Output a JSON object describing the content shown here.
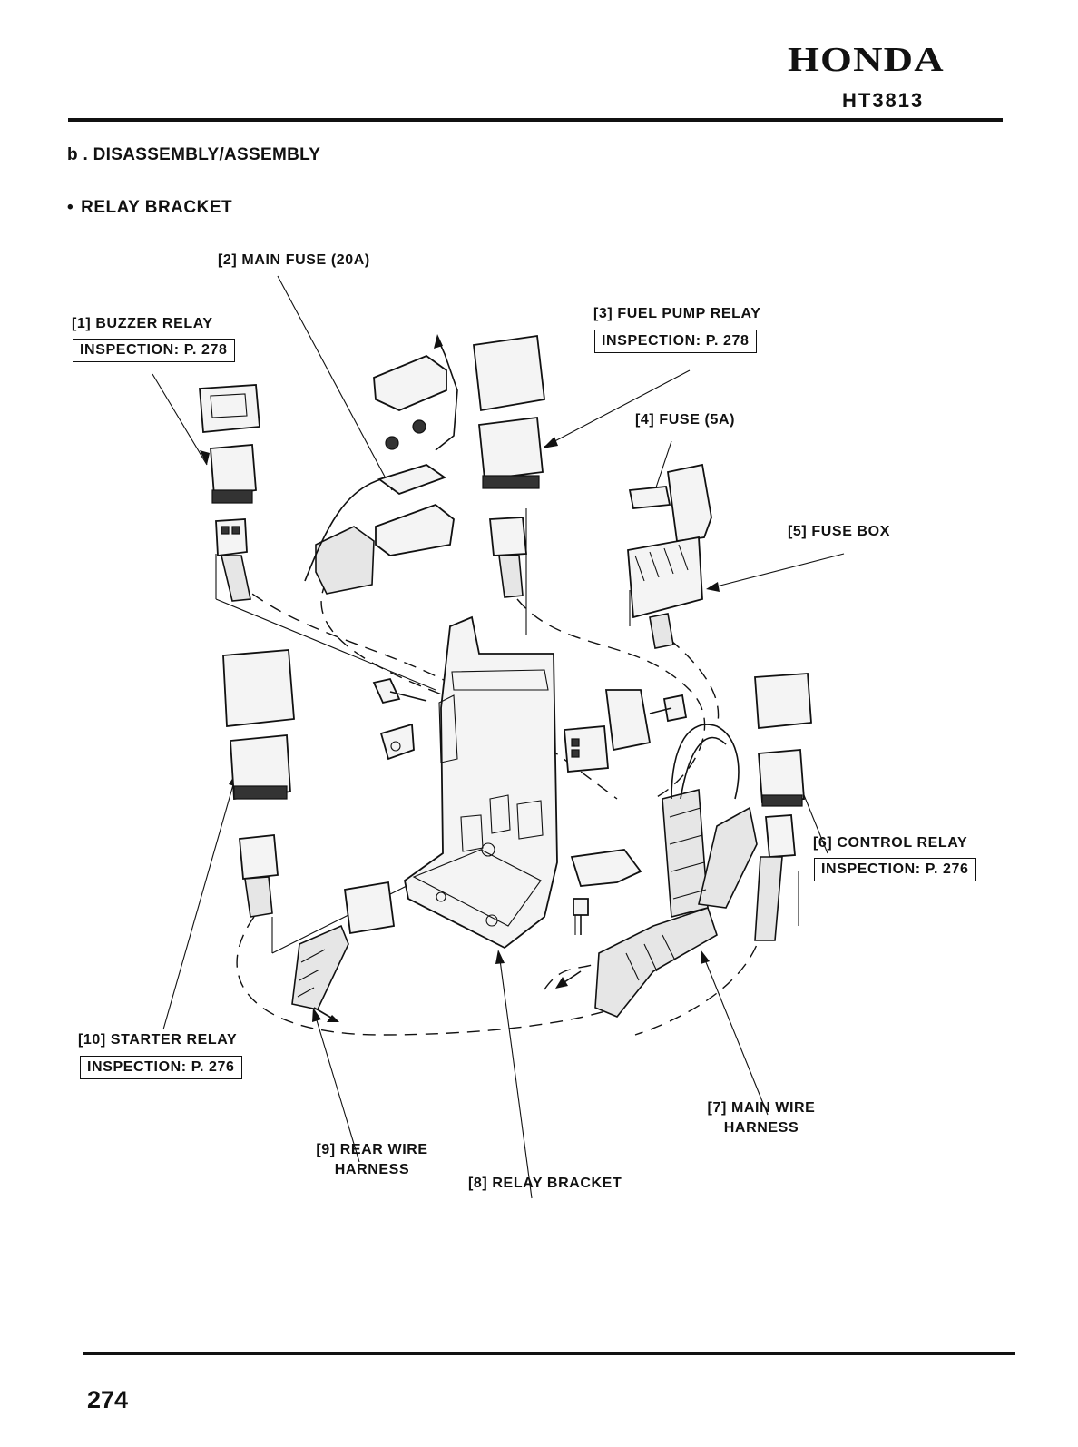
{
  "header": {
    "brand": "HONDA",
    "model": "HT3813"
  },
  "section": {
    "title": "b . DISASSEMBLY/ASSEMBLY",
    "bullet": "RELAY BRACKET"
  },
  "callouts": {
    "buzzer_relay": {
      "label": "[1] BUZZER RELAY",
      "inspection": "INSPECTION: P. 278"
    },
    "main_fuse": {
      "label": "[2] MAIN FUSE (20A)"
    },
    "fuel_pump_relay": {
      "label": "[3] FUEL PUMP RELAY",
      "inspection": "INSPECTION: P. 278"
    },
    "fuse_5a": {
      "label": "[4] FUSE (5A)"
    },
    "fuse_box": {
      "label": "[5] FUSE BOX"
    },
    "control_relay": {
      "label": "[6] CONTROL RELAY",
      "inspection": "INSPECTION: P. 276"
    },
    "main_wire_harness": {
      "line1": "[7] MAIN WIRE",
      "line2": "HARNESS"
    },
    "relay_bracket": {
      "label": "[8] RELAY BRACKET"
    },
    "rear_wire_harness": {
      "line1": "[9] REAR WIRE",
      "line2": "HARNESS"
    },
    "starter_relay": {
      "label": "[10] STARTER RELAY",
      "inspection": "INSPECTION: P. 276"
    }
  },
  "footer": {
    "page_number": "274"
  }
}
